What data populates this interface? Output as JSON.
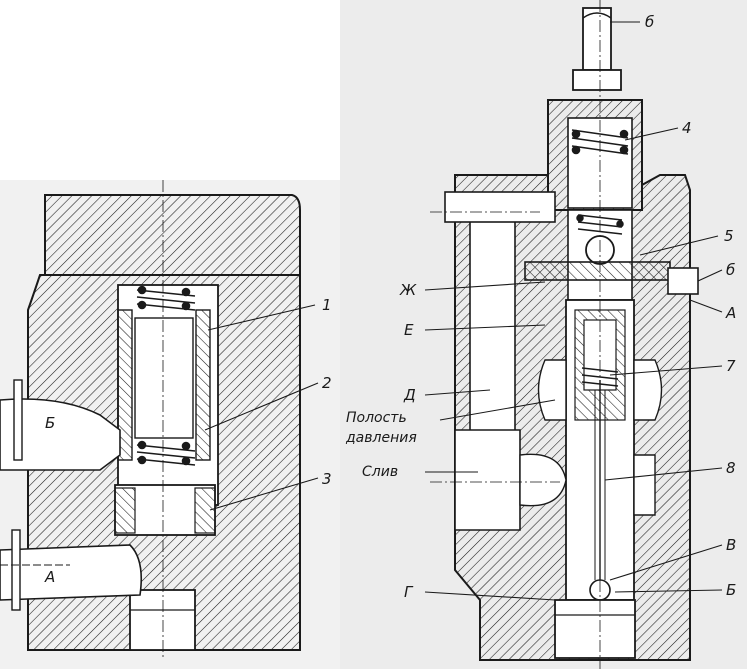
{
  "colors": {
    "ink": "#1a1a1a",
    "paper": "#ffffff",
    "scan_grey": "#e9e9e9"
  },
  "left_view": {
    "labels": {
      "n1": "1",
      "n2": "2",
      "n3": "3",
      "b": "Б",
      "a": "А"
    }
  },
  "right_view": {
    "labels": {
      "b_top": "б",
      "n4": "4",
      "n5": "5",
      "b_side": "б",
      "zh": "Ж",
      "a": "А",
      "e": "Е",
      "n7": "7",
      "d": "Д",
      "pressure_1": "Полость",
      "pressure_2": "давления",
      "drain": "Слив",
      "n8": "8",
      "v": "В",
      "g": "Г",
      "b_bottom": "Б"
    }
  }
}
